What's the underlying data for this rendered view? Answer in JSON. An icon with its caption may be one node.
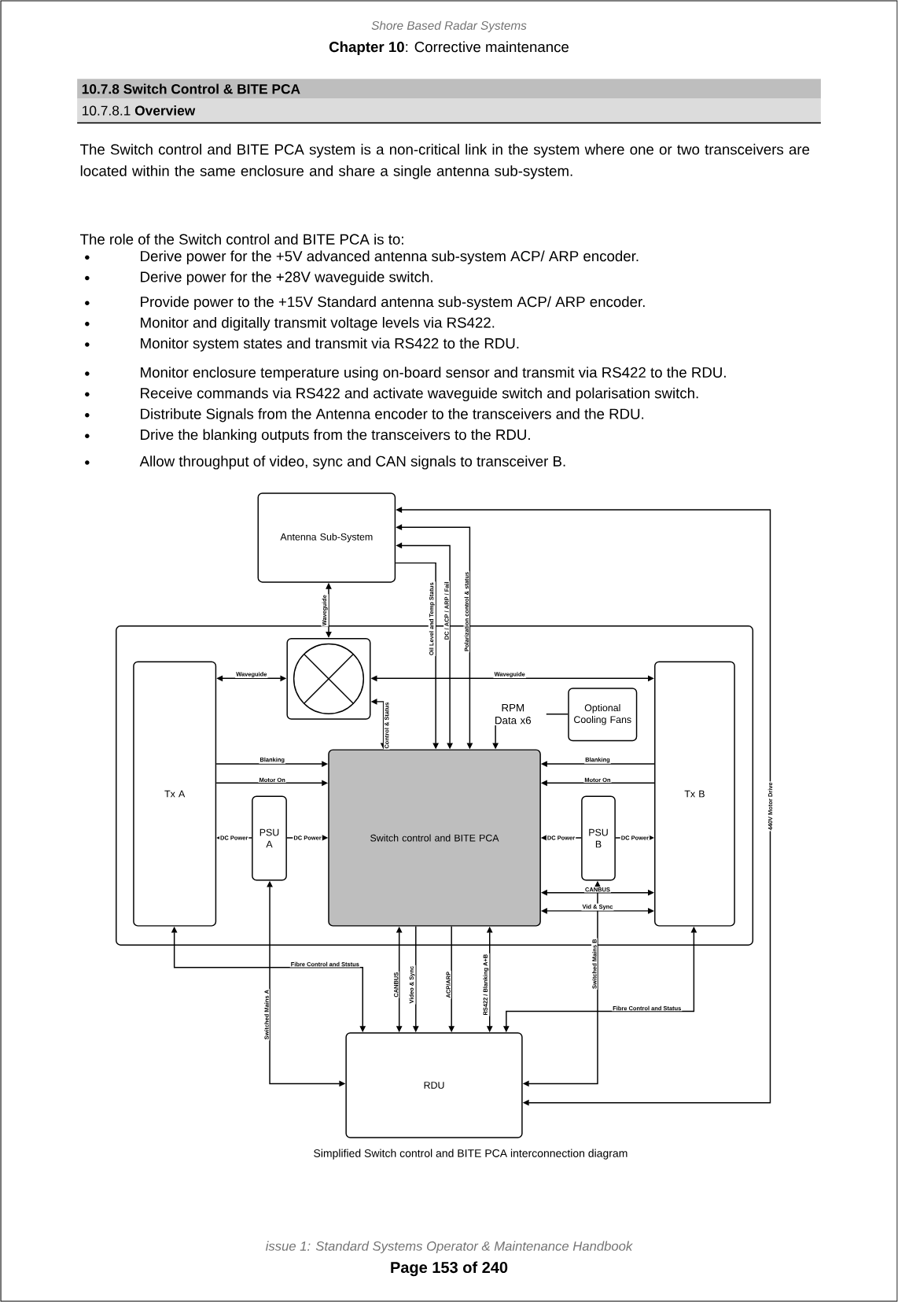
{
  "diagram": {
    "title": "10.7.8 Switch Control & BITE PCA",
    "caption": "Simplified Switch control and BITE PCA interconnection diagram",
    "nodes": [
      {
        "text": [
          "Antenna Sub-System"
        ]
      },
      {
        "text": [],
        "shape": "box"
      },
      {
        "text": [
          "Tx A"
        ],
        "in": 1
      },
      {
        "text": [],
        "shape": "box",
        "in": 1
      },
      {
        "text": [
          "RPM Data x6"
        ],
        "in": 1
      },
      {
        "text": [
          "Optional Cooling Fans"
        ],
        "in": 1
      },
      {
        "text": [
          "Tx B"
        ],
        "in": 1
      },
      {
        "text": [
          "Switch control and BITE PCA"
        ],
        "in": 1
      },
      {
        "text": [
          "PSU A"
        ],
        "in": 1
      },
      {
        "text": [
          "PSU B"
        ],
        "in": 1
      },
      {
        "text": [
          "RDU"
        ]
      }
    ],
    "edges": [
      {
        "from": 0,
        "to": 3,
        "arrow": "both",
        "label": "Waveguide"
      },
      {
        "from": 0,
        "to": 7,
        "arrow": "to",
        "label": "Oil Level and Temp Status"
      },
      {
        "from": 0,
        "to": 7,
        "arrow": "both",
        "label": "DC / ACP / ARP / Fail"
      },
      {
        "from": 0,
        "to": 7,
        "arrow": "both",
        "label": "Polarization control & status"
      },
      {
        "from": 0,
        "to": 10,
        "arrow": "both",
        "label": "440V Motor Drive"
      },
      {
        "from": 2,
        "to": 3,
        "arrow": "both",
        "label": "Waveguide"
      },
      {
        "from": 3,
        "to": 6,
        "arrow": "both",
        "label": "Waveguide"
      },
      {
        "from": 3,
        "to": 7,
        "arrow": "both",
        "label": "Control & Status"
      },
      {
        "from": 2,
        "to": 7,
        "arrow": "to",
        "label": "Blanking"
      },
      {
        "from": 2,
        "to": 7,
        "arrow": "to",
        "label": "Motor On"
      },
      {
        "from": 6,
        "to": 7,
        "arrow": "to",
        "label": "Blanking"
      },
      {
        "from": 6,
        "to": 7,
        "arrow": "to",
        "label": "Motor On"
      },
      {
        "from": 8,
        "to": 2,
        "arrow": "to",
        "label": "DC Power"
      },
      {
        "from": 8,
        "to": 7,
        "arrow": "to",
        "label": "DC Power"
      },
      {
        "from": 9,
        "to": 7,
        "arrow": "to",
        "label": "DC Power"
      },
      {
        "from": 9,
        "to": 6,
        "arrow": "to",
        "label": "DC Power"
      },
      {
        "from": 7,
        "to": 6,
        "arrow": "both",
        "label": "CANBUS"
      },
      {
        "from": 7,
        "to": 6,
        "arrow": "both",
        "label": "Vid & Sync"
      },
      {
        "from": 2,
        "to": 10,
        "arrow": "both",
        "label": "Fibre Control and Ststus"
      },
      {
        "from": 8,
        "to": 10,
        "arrow": "both",
        "label": "Switched Mains A"
      },
      {
        "from": 7,
        "to": 10,
        "arrow": "both",
        "label": "CANBUS"
      },
      {
        "from": 7,
        "to": 10,
        "arrow": "to",
        "label": "Video & Sync"
      },
      {
        "from": 7,
        "to": 10,
        "arrow": "to",
        "label": "ACP/ARP"
      },
      {
        "from": 7,
        "to": 10,
        "arrow": "both",
        "label": "RS422 / Blanking A+B"
      },
      {
        "from": 9,
        "to": 10,
        "arrow": "both",
        "label": "Switched Mains B"
      },
      {
        "from": 6,
        "to": 10,
        "arrow": "both",
        "label": "Fibre Control and Status"
      },
      {
        "from": 4,
        "to": 5,
        "arrow": "none"
      },
      {
        "from": 4,
        "to": 7,
        "arrow": "to"
      }
    ],
    "labels": [
      "Shore Based Radar Systems",
      "**Chapter 10**: Corrective maintenance",
      "10.7.8.1 **Overview**",
      "The Switch control and BITE PCA system is a non-critical link in the system where one or two transceivers are located within the same enclosure and share a single antenna sub-system.",
      "The role of the Switch control and BITE PCA is to:",
      "Derive power for the +5V advanced antenna sub-system ACP/ ARP encoder.",
      "Derive power for the +28V waveguide switch.",
      "Provide power to the +15V Standard antenna sub-system ACP/ ARP encoder.",
      "Monitor and digitally transmit voltage levels via RS422.",
      "Monitor system states and transmit via RS422 to the RDU.",
      "Monitor enclosure temperature using on-board sensor and transmit via RS422 to the RDU.",
      "Receive commands via RS422 and activate waveguide switch and polarisation switch.",
      "Distribute Signals from the Antenna encoder to the transceivers and the RDU.",
      "Drive the blanking outputs from the transceivers to the RDU.",
      "Allow throughput of video, sync and CAN signals to transceiver B.",
      "issue 1: Standard Systems Operator & Maintenance Handbook",
      "Page 153 of 240"
    ]
  }
}
